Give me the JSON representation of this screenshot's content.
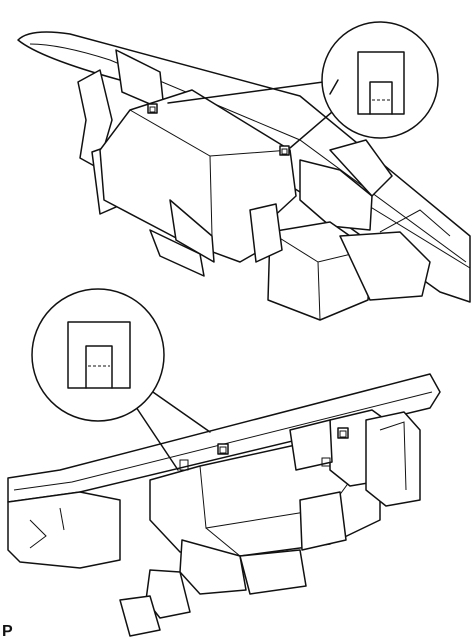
{
  "figure": {
    "corner_code": "P"
  },
  "callouts": [
    {
      "id": "upper",
      "content": "claw-tab-closeup"
    },
    {
      "id": "lower",
      "content": "claw-tab-closeup"
    }
  ]
}
